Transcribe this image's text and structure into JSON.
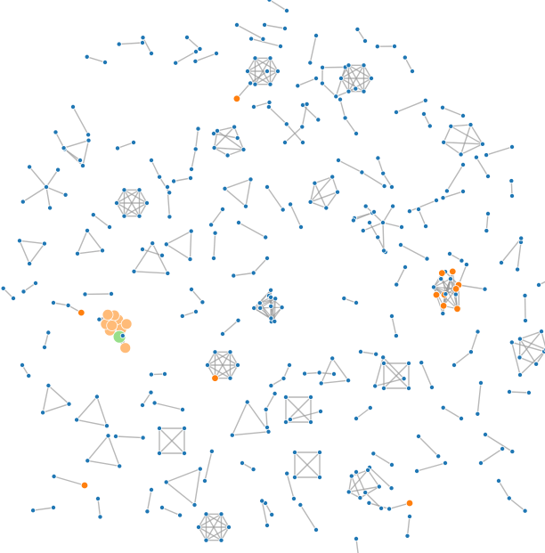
{
  "colors": {
    "node": "#1f77b4",
    "node_orange": "#ff7f0e",
    "node_light_orange": "#ffbb78",
    "node_green": "#98df8a",
    "edge": "#999999",
    "background": "#ffffff"
  },
  "graph": {
    "layout": "force-directed",
    "components": [
      {
        "kind": "pair"
      },
      {
        "kind": "pair"
      },
      {
        "kind": "pair"
      },
      {
        "kind": "pair"
      },
      {
        "kind": "pair"
      },
      {
        "kind": "pair"
      },
      {
        "kind": "pair"
      },
      {
        "kind": "pair"
      },
      {
        "kind": "pair"
      },
      {
        "kind": "pair"
      },
      {
        "kind": "pair"
      },
      {
        "kind": "pair"
      },
      {
        "kind": "pair"
      },
      {
        "kind": "pair"
      },
      {
        "kind": "pair"
      },
      {
        "kind": "pair"
      },
      {
        "kind": "pair"
      },
      {
        "kind": "pair"
      },
      {
        "kind": "pair"
      },
      {
        "kind": "pair"
      },
      {
        "kind": "pair"
      },
      {
        "kind": "pair"
      },
      {
        "kind": "pair"
      },
      {
        "kind": "pair"
      },
      {
        "kind": "pair"
      },
      {
        "kind": "pair"
      },
      {
        "kind": "pair"
      },
      {
        "kind": "pair"
      },
      {
        "kind": "pair"
      },
      {
        "kind": "pair"
      },
      {
        "kind": "pair"
      },
      {
        "kind": "pair"
      },
      {
        "kind": "pair"
      },
      {
        "kind": "pair"
      },
      {
        "kind": "pair"
      },
      {
        "kind": "pair"
      },
      {
        "kind": "pair"
      },
      {
        "kind": "pair"
      },
      {
        "kind": "pair"
      },
      {
        "kind": "pair"
      },
      {
        "kind": "pair"
      },
      {
        "kind": "pair"
      },
      {
        "kind": "pair"
      },
      {
        "kind": "pair"
      },
      {
        "kind": "pair"
      },
      {
        "kind": "pair"
      },
      {
        "kind": "pair"
      },
      {
        "kind": "pair"
      },
      {
        "kind": "pair"
      },
      {
        "kind": "pair"
      },
      {
        "kind": "pair"
      },
      {
        "kind": "pair"
      },
      {
        "kind": "pair"
      },
      {
        "kind": "pair"
      },
      {
        "kind": "pair"
      },
      {
        "kind": "pair"
      },
      {
        "kind": "pair"
      },
      {
        "kind": "pair"
      },
      {
        "kind": "pair"
      },
      {
        "kind": "pair"
      },
      {
        "kind": "pair"
      },
      {
        "kind": "pair"
      },
      {
        "kind": "pair"
      },
      {
        "kind": "pair"
      },
      {
        "kind": "pair"
      },
      {
        "kind": "pair"
      },
      {
        "kind": "pair"
      },
      {
        "kind": "pair"
      },
      {
        "kind": "pair"
      },
      {
        "kind": "pair"
      },
      {
        "kind": "pair"
      },
      {
        "kind": "pair"
      },
      {
        "kind": "pair"
      },
      {
        "kind": "pair"
      },
      {
        "kind": "pair"
      },
      {
        "kind": "pair"
      },
      {
        "kind": "pair"
      },
      {
        "kind": "pair"
      },
      {
        "kind": "pair"
      },
      {
        "kind": "pair"
      },
      {
        "kind": "pair"
      },
      {
        "kind": "pair"
      },
      {
        "kind": "pair"
      },
      {
        "kind": "pair"
      },
      {
        "kind": "pair"
      },
      {
        "kind": "pair"
      },
      {
        "kind": "pair"
      },
      {
        "kind": "pair"
      },
      {
        "kind": "pair",
        "highlight": [
          0
        ]
      },
      {
        "kind": "path3"
      },
      {
        "kind": "path3"
      },
      {
        "kind": "path3"
      },
      {
        "kind": "path3"
      },
      {
        "kind": "path3"
      },
      {
        "kind": "path3"
      },
      {
        "kind": "path3"
      },
      {
        "kind": "path3"
      },
      {
        "kind": "path3"
      },
      {
        "kind": "path3"
      },
      {
        "kind": "path3"
      },
      {
        "kind": "path3"
      },
      {
        "kind": "path3"
      },
      {
        "kind": "path3"
      },
      {
        "kind": "path3"
      },
      {
        "kind": "path3"
      },
      {
        "kind": "path3",
        "highlight": [
          2
        ]
      },
      {
        "kind": "path3",
        "highlight": [
          2
        ]
      },
      {
        "kind": "path3",
        "highlight": [
          0
        ]
      },
      {
        "kind": "triangle"
      },
      {
        "kind": "triangle"
      },
      {
        "kind": "triangle"
      },
      {
        "kind": "triangle"
      },
      {
        "kind": "triangle"
      },
      {
        "kind": "triangle"
      },
      {
        "kind": "triangle"
      },
      {
        "kind": "triangle"
      },
      {
        "kind": "triangle"
      },
      {
        "kind": "triangle"
      },
      {
        "kind": "triangle"
      },
      {
        "kind": "triangle"
      },
      {
        "kind": "triangle"
      },
      {
        "kind": "triangle"
      },
      {
        "kind": "square"
      },
      {
        "kind": "square"
      },
      {
        "kind": "square"
      },
      {
        "kind": "square"
      },
      {
        "kind": "star"
      },
      {
        "kind": "star"
      },
      {
        "kind": "star",
        "highlight": [
          0,
          3
        ]
      },
      {
        "kind": "small-cluster"
      },
      {
        "kind": "small-cluster"
      },
      {
        "kind": "small-cluster"
      },
      {
        "kind": "small-cluster"
      },
      {
        "kind": "small-cluster"
      },
      {
        "kind": "small-cluster"
      },
      {
        "kind": "clique"
      },
      {
        "kind": "clique"
      },
      {
        "kind": "clique"
      },
      {
        "kind": "clique"
      },
      {
        "kind": "clique",
        "highlight": [
          2
        ]
      },
      {
        "kind": "dense-cluster"
      },
      {
        "kind": "dense-cluster",
        "highlight": [
          0,
          3,
          7,
          9,
          10,
          11
        ]
      },
      {
        "kind": "dense-cluster",
        "highlight_light": [
          0,
          1,
          2,
          3,
          4,
          5,
          6,
          7,
          8
        ],
        "highlight_green": [
          9
        ]
      }
    ]
  }
}
